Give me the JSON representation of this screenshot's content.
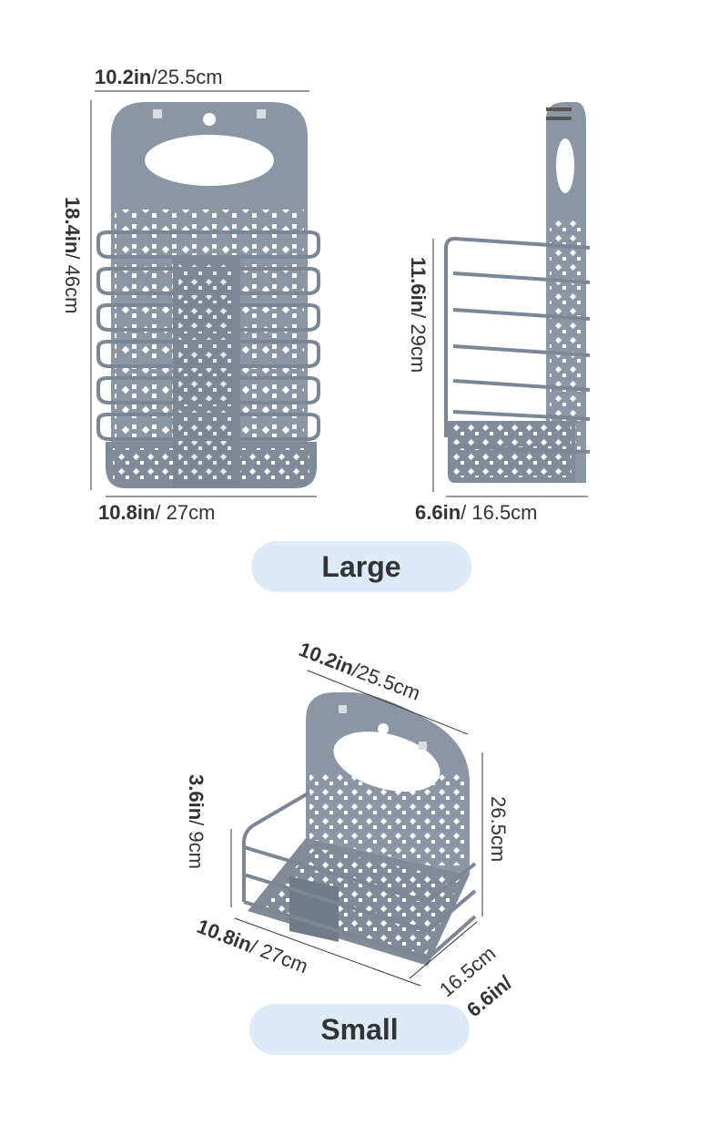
{
  "large": {
    "label": "Large",
    "front_width_top": {
      "primary": "10.2in",
      "secondary": "/25.5cm"
    },
    "front_width_bottom": {
      "primary": "10.8in",
      "secondary": "/ 27cm"
    },
    "front_height": {
      "primary": "18.4in",
      "secondary": "/ 46cm"
    },
    "side_height": {
      "primary": "11.6in",
      "secondary": "/ 29cm"
    },
    "side_depth": {
      "primary": "6.6in",
      "secondary": "/ 16.5cm"
    }
  },
  "small": {
    "label": "Small",
    "top_width": {
      "primary": "10.2in",
      "secondary": "/25.5cm"
    },
    "back_height": {
      "secondary": "26.5cm"
    },
    "rail_height": {
      "primary": "3.6in",
      "secondary": "/ 9cm"
    },
    "bottom_width": {
      "primary": "10.8in",
      "secondary": "/ 27cm"
    },
    "depth": {
      "primary": "6.6in/",
      "secondary": "16.5cm"
    }
  },
  "colors": {
    "basket": "#8a96a3",
    "basket_dark": "#6f7b88",
    "pill": "#dcebf7",
    "text": "#333333"
  }
}
